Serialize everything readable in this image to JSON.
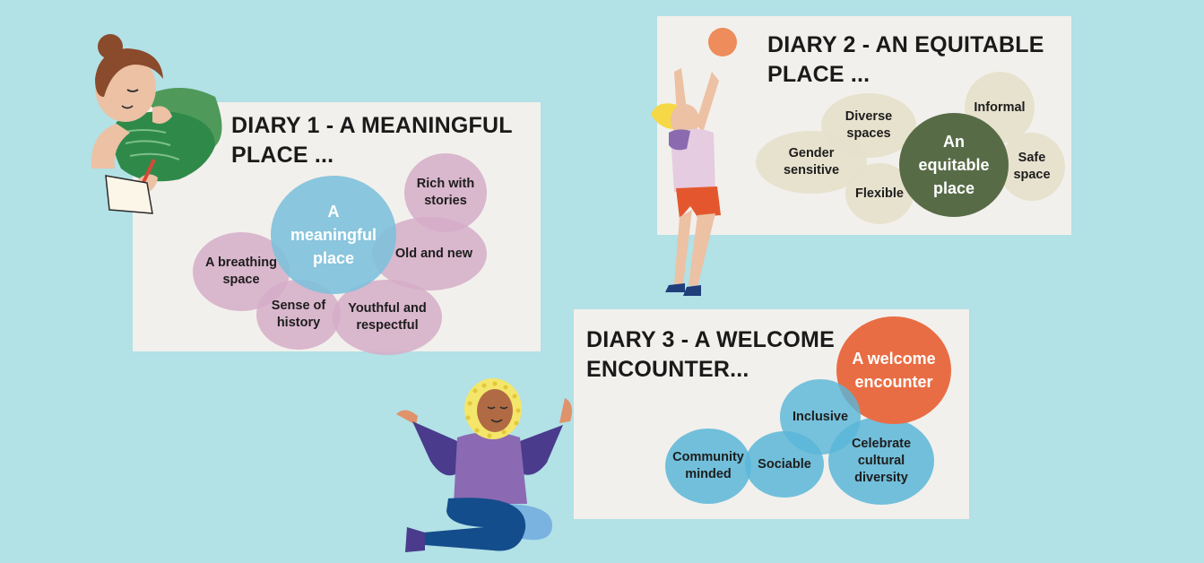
{
  "diaries": [
    {
      "title": "DIARY 1 - A MEANINGFUL PLACE ...",
      "center": "A meaningful place",
      "bubbles": [
        "Rich with stories",
        "Old and new",
        "A breathing space",
        "Sense of history",
        "Youthful and respectful"
      ]
    },
    {
      "title": "DIARY 2 -  AN EQUITABLE PLACE ...",
      "center": "An equitable place",
      "bubbles": [
        "Diverse spaces",
        "Informal",
        "Gender sensitive",
        "Safe space",
        "Flexible"
      ]
    },
    {
      "title": "DIARY 3 - A WELCOME ENCOUNTER...",
      "center": "A welcome encounter",
      "bubbles": [
        "Inclusive",
        "Community minded",
        "Sociable",
        "Celebrate cultural diversity"
      ]
    }
  ],
  "colors": {
    "background": "#b2e1e6",
    "card": "#f2f0ec",
    "diary1_center": "#7ec1dc",
    "diary1_bubble": "#d5adc8",
    "diary2_center": "#586b47",
    "diary2_bubble": "#e6e0cc",
    "diary3_center": "#e96d44",
    "diary3_bubble": "#5ab6d8"
  },
  "illustrations": [
    "person-writing-icon",
    "person-jumping-icon",
    "ball-icon",
    "person-sitting-icon"
  ]
}
